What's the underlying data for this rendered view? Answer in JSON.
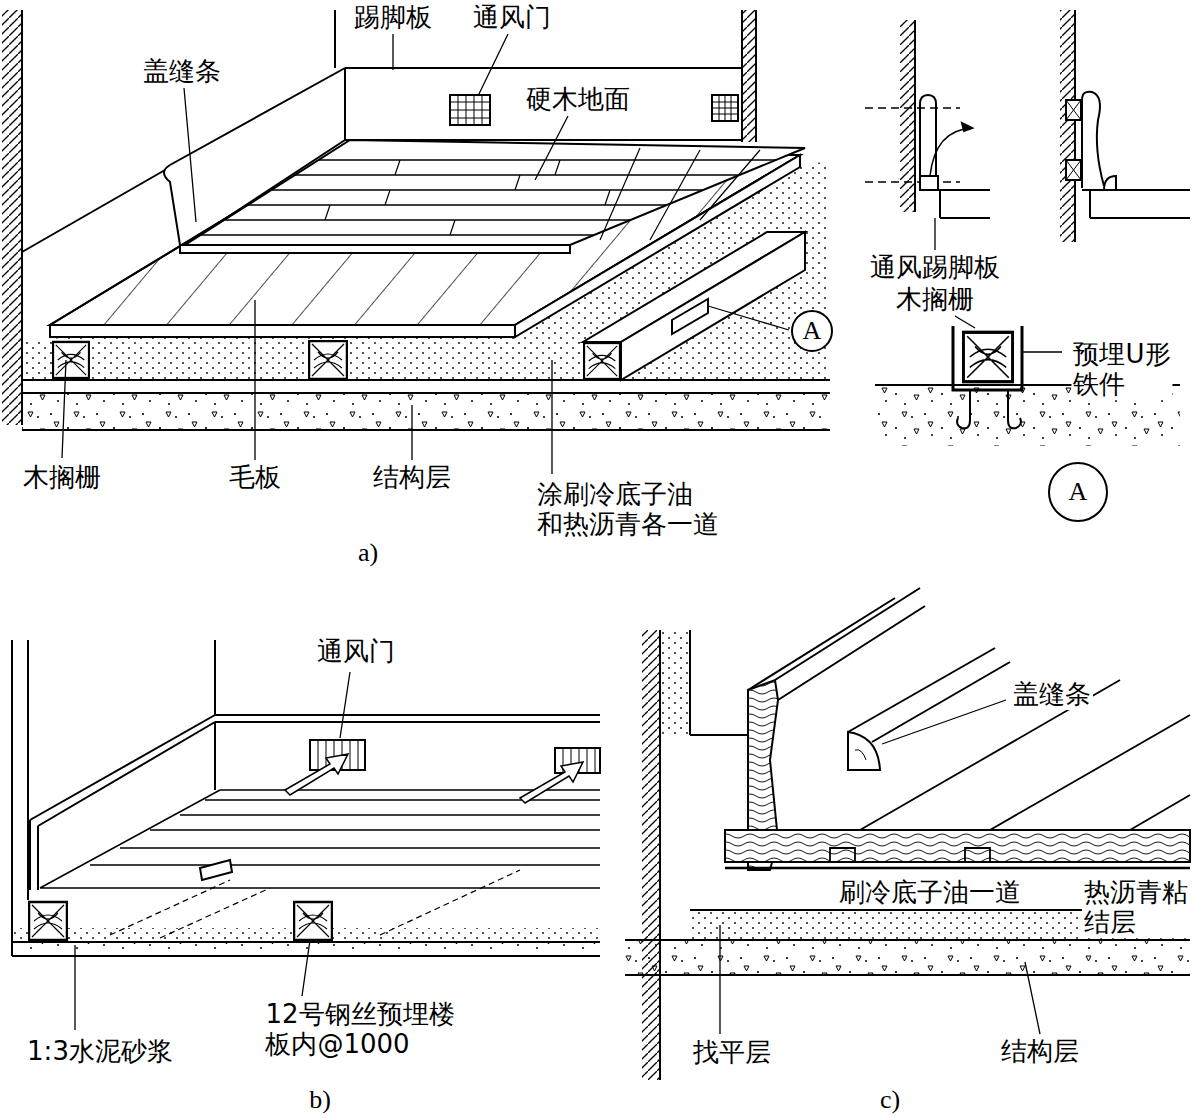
{
  "diagram": {
    "nodes": [
      {
        "text": [
          "A"
        ]
      },
      {
        "text": [
          "A"
        ]
      }
    ],
    "labels": [
      "踢脚板",
      "通风门",
      "盖缝条",
      "硬木地面",
      "木搁栅",
      "毛板",
      "结构层",
      "涂刷冷底子油 和热沥青各一道",
      "a)",
      "通风踢脚板",
      "木搁栅",
      "预埋U形 铁件",
      "通风门",
      "1:3水泥砂浆",
      "12号钢丝预埋楼 板内@1000",
      "b)",
      "盖缝条",
      "刷冷底子油一道",
      "热沥青粘 结层",
      "找平层",
      "结构层",
      "c)"
    ]
  }
}
